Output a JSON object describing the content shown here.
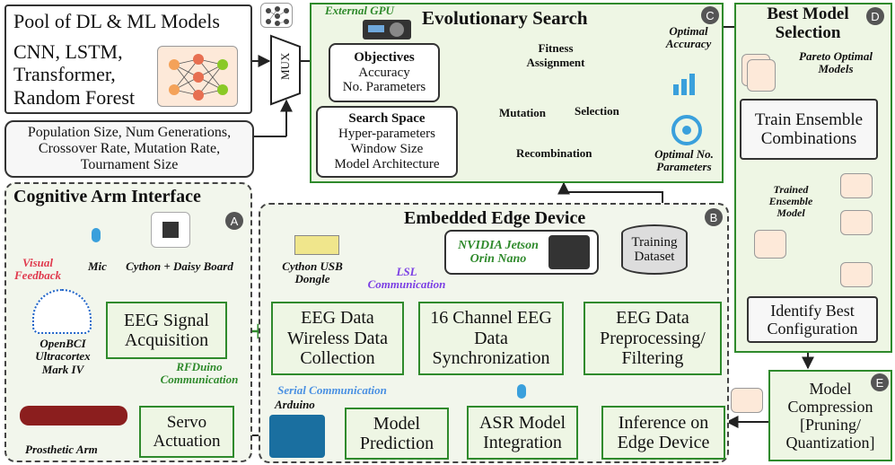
{
  "pool": {
    "title": "Pool of DL & ML Models",
    "models": [
      "CNN, LSTM,",
      "Transformer,",
      "Random Forest"
    ]
  },
  "mux": "MUX",
  "params": {
    "lines": [
      "Population Size, Num Generations,",
      "Crossover Rate, Mutation Rate,",
      "Tournament Size"
    ]
  },
  "evo": {
    "title": "Evolutionary Search",
    "badge": "C",
    "gpu": "External GPU",
    "objectives": {
      "title": "Objectives",
      "lines": [
        "Accuracy",
        "No. Parameters"
      ]
    },
    "search_space": {
      "title": "Search Space",
      "lines": [
        "Hyper-parameters",
        "Window Size",
        "Model Architecture"
      ]
    },
    "cycle": [
      "Fitness Assignment",
      "Selection",
      "Recombination",
      "Mutation"
    ],
    "optimal_accuracy": "Optimal Accuracy",
    "optimal_params": "Optimal No. Parameters"
  },
  "best": {
    "title": "Best Model Selection",
    "badge": "D",
    "pareto": "Pareto Optimal Models",
    "train": "Train Ensemble Combinations",
    "trained": "Trained Ensemble Model",
    "identify": "Identify Best Configuration"
  },
  "compression": {
    "lines": [
      "Model",
      "Compression",
      "[Pruning/",
      "Quantization]"
    ],
    "badge": "E"
  },
  "cognitive": {
    "title": "Cognitive Arm Interface",
    "badge": "A",
    "visual_feedback": "Visual Feedback",
    "mic": "Mic",
    "board": "Cython + Daisy Board",
    "headset": "OpenBCI Ultracortex Mark IV",
    "rfduino": "RFDuino Communication",
    "prosthetic": "Prosthetic Arm",
    "eeg_acq": "EEG Signal Acquisition",
    "servo": "Servo Actuation"
  },
  "edge": {
    "title": "Embedded Edge Device",
    "badge": "B",
    "jetson": "NVIDIA Jetson Orin Nano",
    "training": "Training Dataset",
    "dongle": "Cython USB Dongle",
    "lsl": "LSL Communication",
    "serial": "Serial Communication",
    "arduino": "Arduino",
    "wireless": "EEG Data Wireless Data Collection",
    "sync": "16 Channel EEG Data Synchronization",
    "preproc": "EEG Data Preprocessing/ Filtering",
    "inference": "Inference on Edge Device",
    "asr": "ASR Model Integration",
    "prediction": "Model Prediction"
  },
  "colors": {
    "green": "#2f8a2c",
    "purple": "#7b3fe4",
    "blue": "#4a90e2",
    "red": "#e03a4e",
    "accent_blue": "#3aa0dc"
  }
}
